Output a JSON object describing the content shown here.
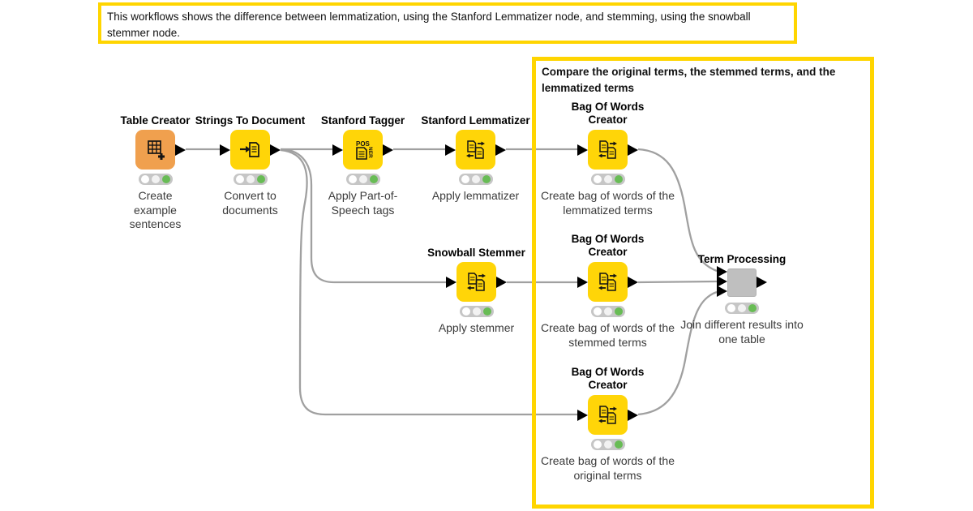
{
  "annotations": {
    "top_note": "This workflows shows the difference between lemmatization, using the Stanford Lemmatizer node, and stemming, using the snowball stemmer node.",
    "compare_box_title": "Compare the original terms, the stemmed terms, and the lemmatized terms"
  },
  "colors": {
    "annotation_border": "#FFD500",
    "node_yellow": "#FFD508",
    "node_orange": "#F0A04E",
    "metanode_grey": "#BFBFBF",
    "wire_grey": "#A0A0A0",
    "status_green": "#68BC55"
  },
  "nodes": [
    {
      "id": "table-creator",
      "title": "Table Creator",
      "caption": "Create example sentences",
      "icon": "table-plus-icon",
      "status": "executed"
    },
    {
      "id": "strings-to-document",
      "title": "Strings To Document",
      "caption": "Convert to documents",
      "icon": "string-to-document-icon",
      "status": "executed"
    },
    {
      "id": "stanford-tagger",
      "title": "Stanford Tagger",
      "caption": "Apply Part-of-Speech tags",
      "icon": "pos-tagger-icon",
      "status": "executed"
    },
    {
      "id": "stanford-lemmatizer",
      "title": "Stanford Lemmatizer",
      "caption": "Apply lemmatizer",
      "icon": "document-transform-icon",
      "status": "executed"
    },
    {
      "id": "bow-lemmatized",
      "title": "Bag Of Words Creator",
      "caption": "Create bag of words of the lemmatized terms",
      "icon": "document-transform-icon",
      "status": "executed"
    },
    {
      "id": "snowball-stemmer",
      "title": "Snowball Stemmer",
      "caption": "Apply stemmer",
      "icon": "document-transform-icon",
      "status": "executed"
    },
    {
      "id": "bow-stemmed",
      "title": "Bag Of Words Creator",
      "caption": "Create bag of words of the stemmed terms",
      "icon": "document-transform-icon",
      "status": "executed"
    },
    {
      "id": "term-processing",
      "title": "Term Processing",
      "caption": "Join different results into one table",
      "icon": "metanode-icon",
      "status": "executed"
    },
    {
      "id": "bow-original",
      "title": "Bag Of Words Creator",
      "caption": "Create bag of words of the original terms",
      "icon": "document-transform-icon",
      "status": "executed"
    }
  ]
}
